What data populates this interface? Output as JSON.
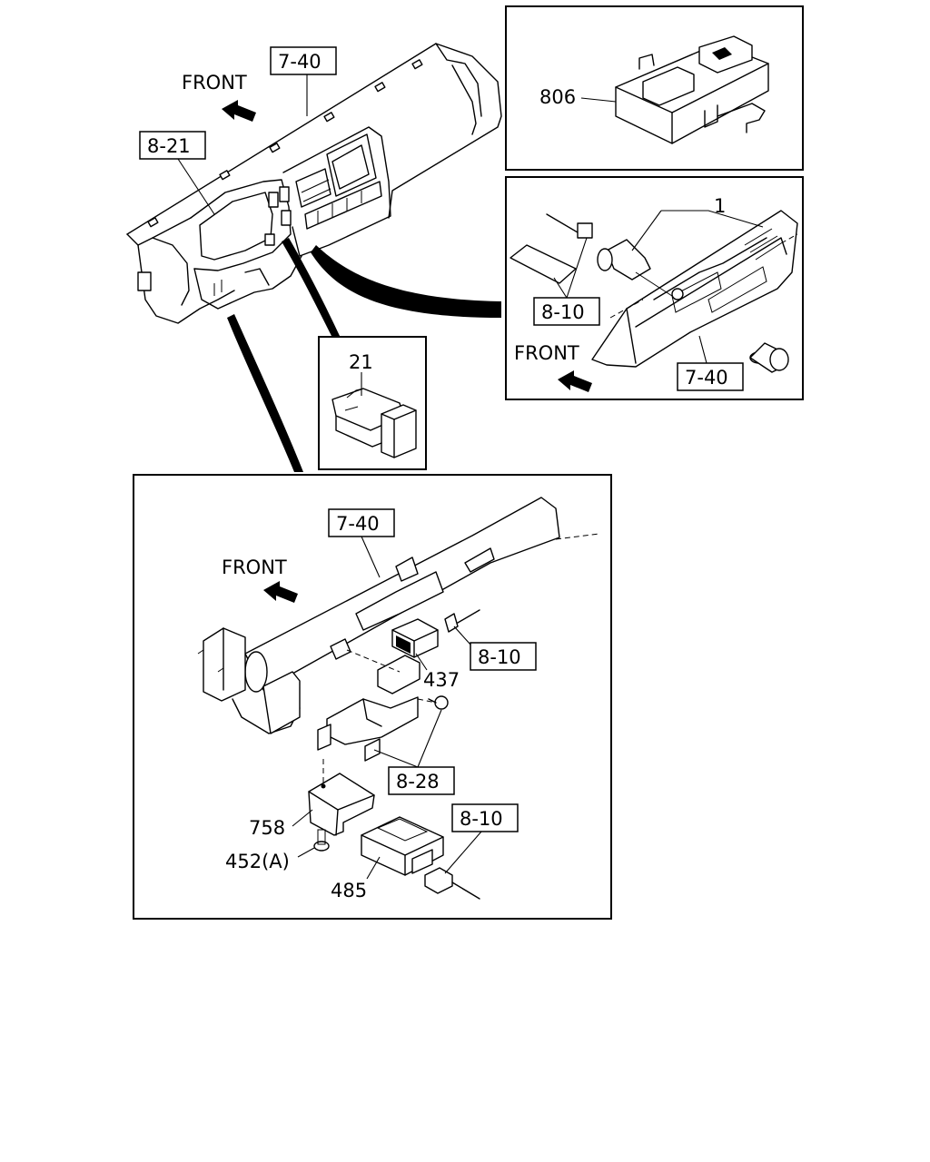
{
  "labels": {
    "front_main": "FRONT",
    "front_inset_right": "FRONT",
    "front_inset_bottom": "FRONT",
    "ref_7_40_top": "7-40",
    "ref_8_21": "8-21",
    "part_806": "806",
    "part_1": "1",
    "ref_8_10_right": "8-10",
    "ref_7_40_right": "7-40",
    "part_21": "21",
    "ref_7_40_bottom": "7-40",
    "ref_8_10_bottom_a": "8-10",
    "part_437": "437",
    "ref_8_28": "8-28",
    "part_758": "758",
    "part_452a": "452(A)",
    "ref_8_10_bottom_b": "8-10",
    "part_485": "485"
  }
}
